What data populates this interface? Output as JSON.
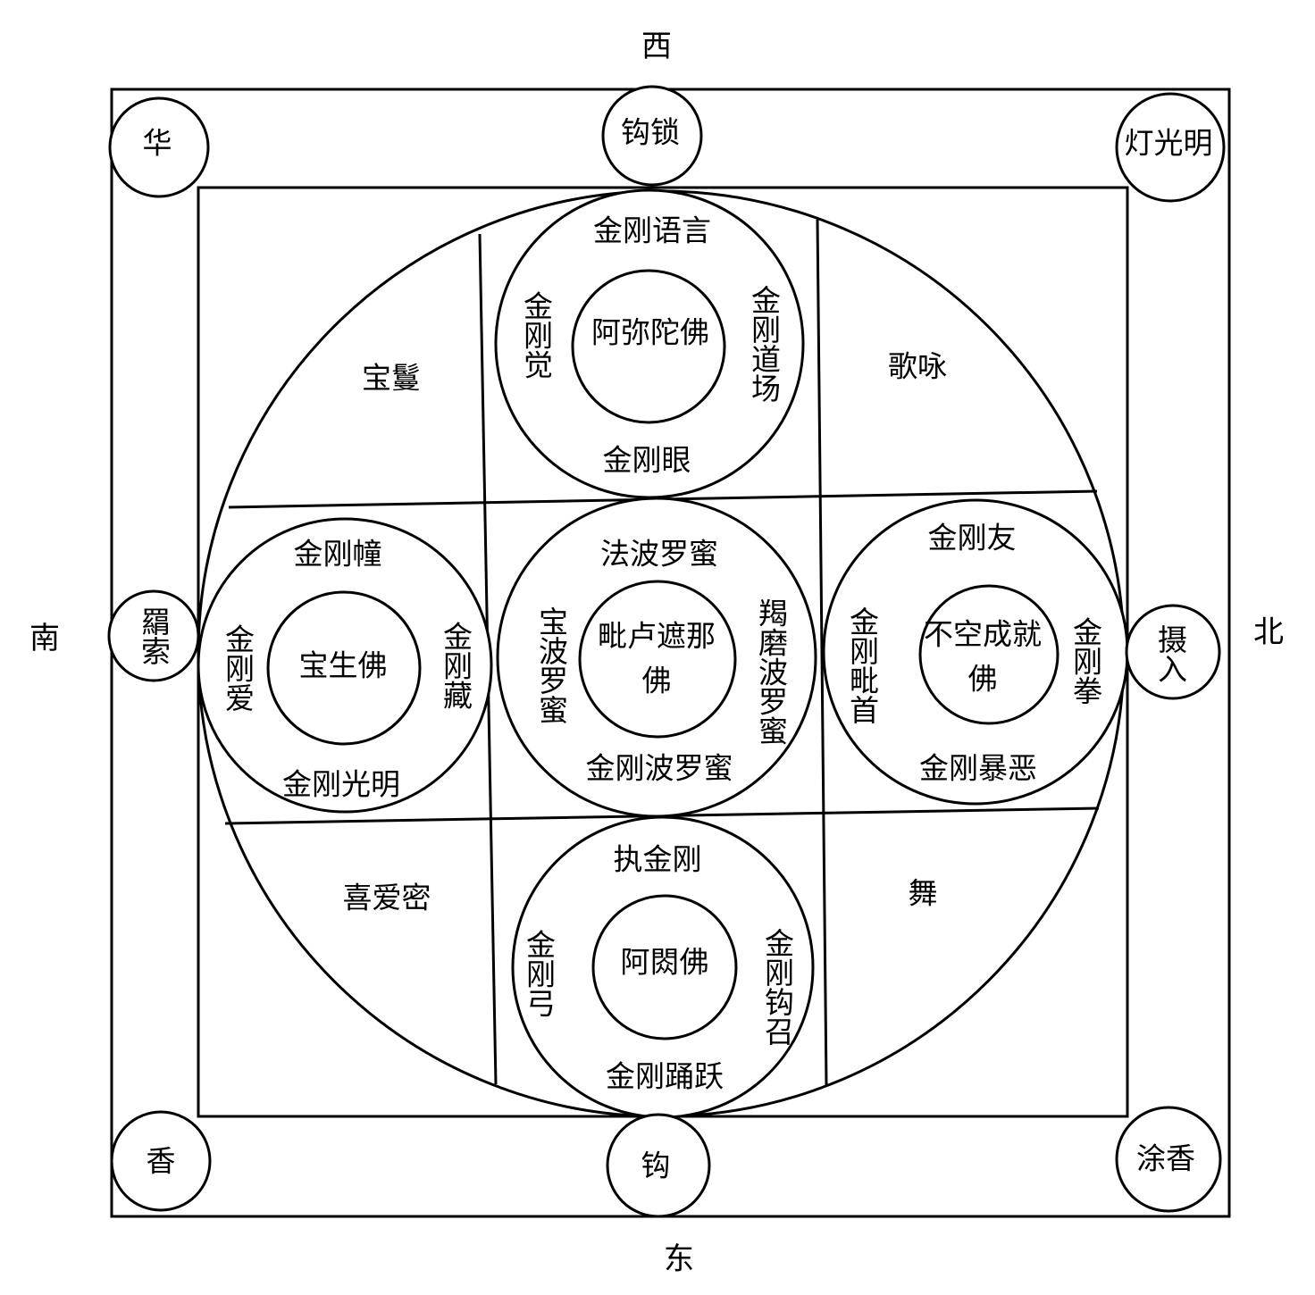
{
  "directions": {
    "top": "西",
    "bottom": "东",
    "left": "南",
    "right": "北"
  },
  "outer_corners": {
    "top_left": "华",
    "top_right": "灯光明",
    "bottom_left": "香",
    "bottom_right": "涂香"
  },
  "outer_sides": {
    "top": "钩锁",
    "bottom": "钩",
    "left": "羂索",
    "right": "摄入"
  },
  "inner_corners": {
    "top_left": "宝鬘",
    "top_right": "歌咏",
    "bottom_left": "喜爱密",
    "bottom_right": "舞"
  },
  "groups": {
    "top": {
      "center": "阿弥陀佛",
      "top": "金刚语言",
      "left": "金刚觉",
      "right": "金刚道场",
      "bottom": "金刚眼"
    },
    "middle": {
      "center": "毗卢遮那佛",
      "top": "法波罗蜜",
      "left": "宝波罗蜜",
      "right": "羯磨波罗蜜",
      "bottom": "金刚波罗蜜"
    },
    "left": {
      "center": "宝生佛",
      "top": "金刚幢",
      "left": "金刚爱",
      "right": "金刚藏",
      "bottom": "金刚光明"
    },
    "right": {
      "center": "不空成就佛",
      "top": "金刚友",
      "left": "金刚毗首",
      "right": "金刚拳",
      "bottom": "金刚暴恶"
    },
    "bottom": {
      "center": "阿閦佛",
      "top": "执金刚",
      "left": "金刚弓",
      "right": "金刚钩召",
      "bottom": "金刚踊跃"
    }
  },
  "colors": {
    "stroke": "#000000",
    "background": "#ffffff"
  }
}
